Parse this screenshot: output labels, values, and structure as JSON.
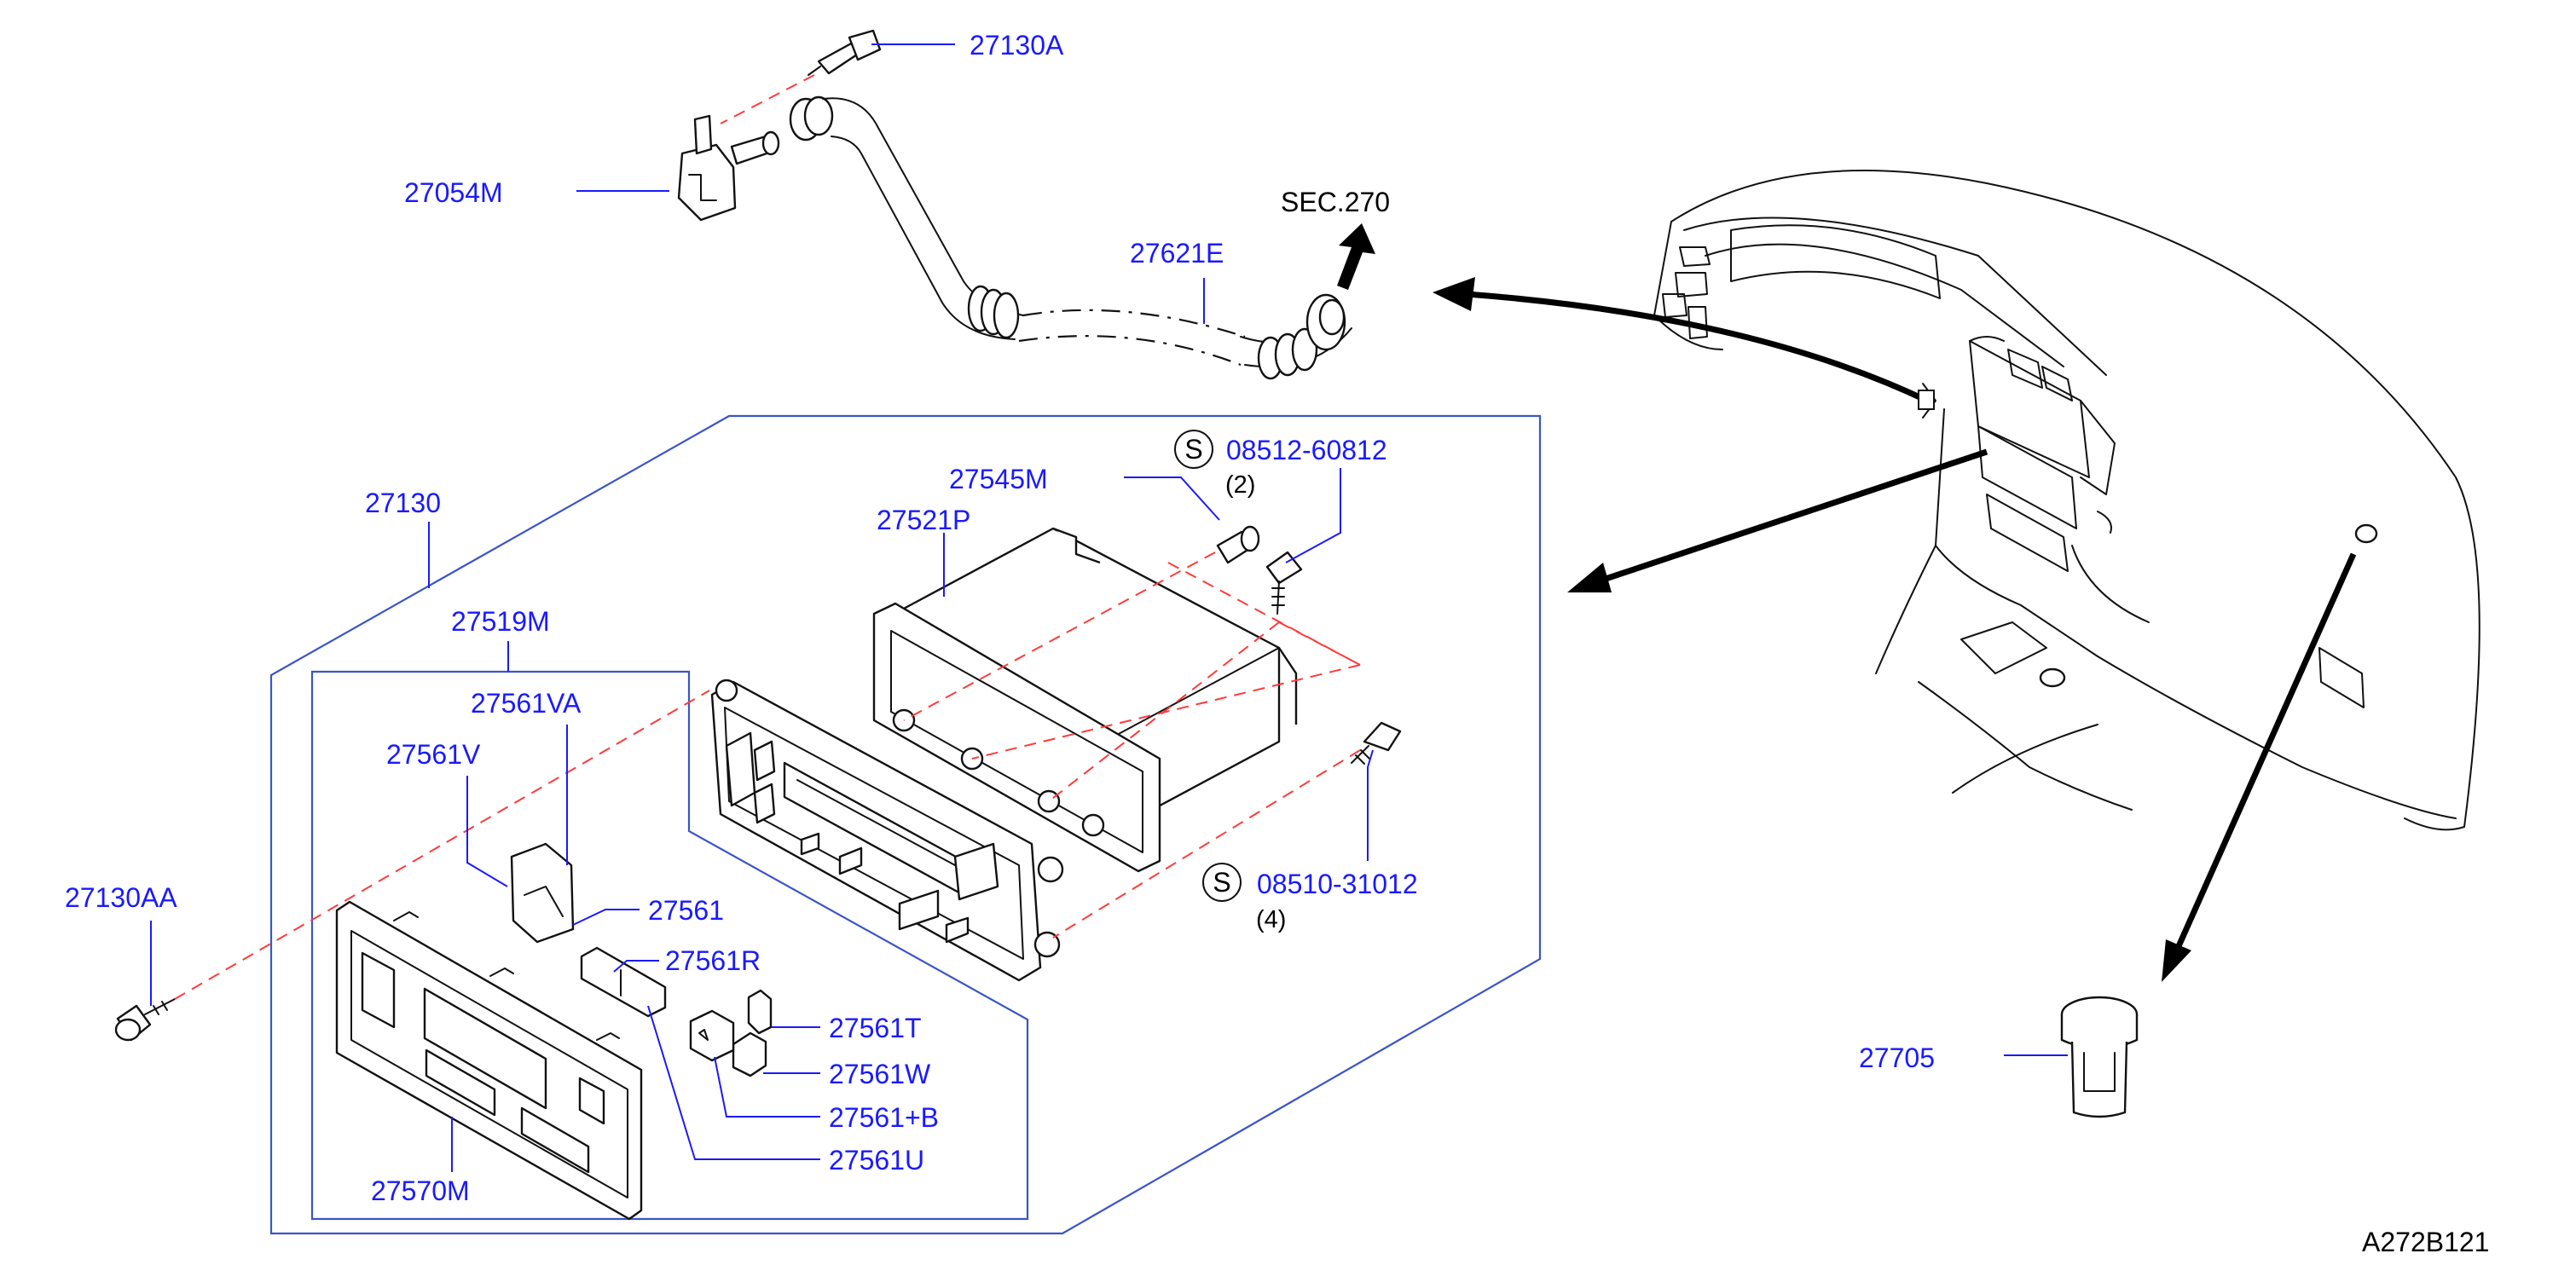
{
  "diagram_code": "A272B121",
  "section_ref": "SEC.270",
  "symbol": "S",
  "parts": {
    "p27130A": "27130A",
    "p27054M": "27054M",
    "p27621E": "27621E",
    "p27130": "27130",
    "p27545M": "27545M",
    "p08512": "08512-60812",
    "p08512_qty": "(2)",
    "p27521P": "27521P",
    "p27519M": "27519M",
    "p27561VA": "27561VA",
    "p27561V": "27561V",
    "p27130AA": "27130AA",
    "p27561": "27561",
    "p27561R": "27561R",
    "p27561T": "27561T",
    "p27561W": "27561W",
    "p27561B": "27561+B",
    "p27561U": "27561U",
    "p27570M": "27570M",
    "p08510": "08510-31012",
    "p08510_qty": "(4)",
    "p27705": "27705"
  },
  "colors": {
    "label": "#1a1aff",
    "frame": "#3a55c8",
    "dash": "#ff3b3b",
    "line": "#111111"
  }
}
